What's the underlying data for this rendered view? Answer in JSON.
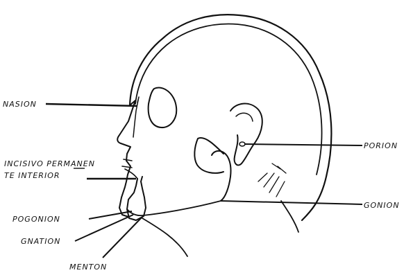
{
  "labels": {
    "nasion": "NASION",
    "incisivo_line1": "INCISIVO PERMANEN",
    "incisivo_line2": "TE INTERIOR",
    "pogonion": "POGONION",
    "gnation": "GNATION",
    "menton": "MENTON",
    "porion": "PORION",
    "gonion": "GONION"
  }
}
